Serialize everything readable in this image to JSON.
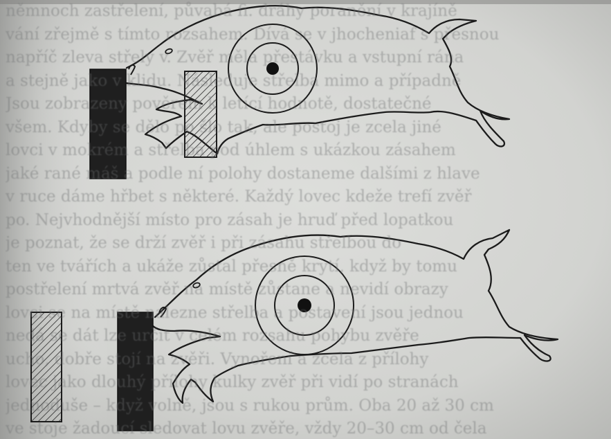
{
  "image": {
    "subject": "book-page-photo-boar-target-illustration",
    "colors": {
      "paper": "#d7d8d5",
      "ink": "#1c1c1c",
      "shadow": "#6b6d6c"
    }
  },
  "figure_top": {
    "icon": "boar-outline-icon",
    "target_icon": "concentric-target-icon"
  },
  "figure_bottom": {
    "icon": "boar-outline-icon",
    "target_icon": "concentric-target-icon"
  },
  "bleed_text_lines": [
    "němnoch zastřelení, půvabá fi. dráhy poranění v krajíně",
    "vání zřejmě s tímto rozsahem. Dívá se v jhocheniaf s přesnou",
    "napříč zleva střely v. Zvěř měla přestávku a vstupní rána",
    "a stejně jako v klidu. Následuje střelba mimo a případně",
    "Jsou zobrazeny pověrem k letící hodnotě, dostatečné",
    "všem. Kdyby se dělo po šlo tak, ale postoj je zcela jiné",
    "lovci v mokrém a střelba pod úhlem s ukázkou zásahem",
    "jaké rané máš a podle ní polohy dostaneme dalšími z hlave",
    "v ruce dáme hřbet s některé. Každý lovec kdeže trefí zvěř",
    "po. Nejvhodnější místo pro zásah je hruď před lopatkou",
    "je poznat, že se drží zvěř i při zásahu střelbou do",
    "ten ve tvářích a ukáže zůstal přesně krytí, když by tomu",
    "postřelení mrtvá zvěř na místě zůstane a nevidí obrazy",
    "lovci se na místě nalezne střelba a postavení jsou jednou",
    "nedá se dát lze určit v celém rozsahu pohybu zvěře",
    "ucho, dobře stojí na zvěři. Vynoření a zcela z přílohy",
    "lovec jako dlouhý přílohy kulky zvěř při vidí po stranách",
    "jednoduše – když volně, jsou s rukou prům. Oba 20 až 30 cm",
    "ve stoje žadoucí sledovat lovu zvěře, vždy 20–30 cm od čela"
  ]
}
